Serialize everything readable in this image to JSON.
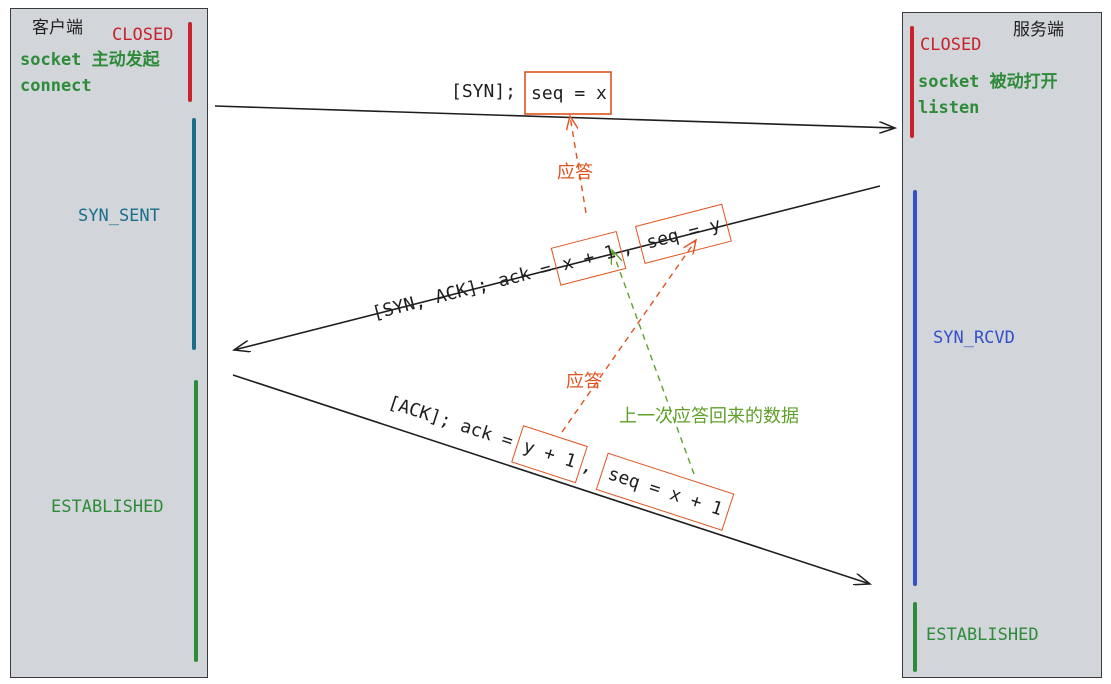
{
  "client": {
    "title": "客户端",
    "state_closed": "CLOSED",
    "action_line1": "socket 主动发起",
    "action_line2": "connect",
    "state_syn_sent": "SYN_SENT",
    "state_established": "ESTABLISHED"
  },
  "server": {
    "title": "服务端",
    "state_closed": "CLOSED",
    "action_line1": "socket 被动打开",
    "action_line2": "listen",
    "state_syn_rcvd": "SYN_RCVD",
    "state_established": "ESTABLISHED"
  },
  "messages": {
    "syn_prefix": "[SYN];",
    "syn_seq": "seq = x",
    "synack_prefix": "[SYN, ACK]; ack =",
    "synack_ack": "x + 1",
    "synack_comma": ",",
    "synack_seq": "seq = y",
    "ack_prefix": "[ACK]; ack =",
    "ack_ack": "y + 1",
    "ack_comma": ",",
    "ack_seq": "seq = x + 1"
  },
  "annotations": {
    "reply_1": "应答",
    "reply_2": "应答",
    "previous_reply": "上一次应答回来的数据"
  },
  "colors": {
    "panel": "#d2d5da",
    "closed_red": "#c8232c",
    "socket_green": "#2e8b3a",
    "syn_sent_teal": "#1a6e8a",
    "syn_rcvd_blue": "#3550c8",
    "reply_orange": "#e0531f",
    "hint_olive": "#5fa02a"
  }
}
